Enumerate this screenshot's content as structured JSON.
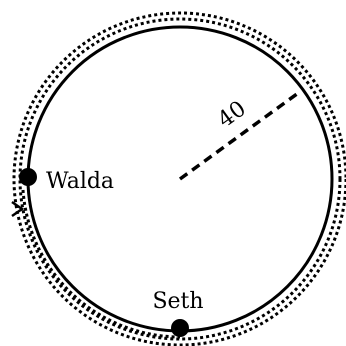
{
  "diagram": {
    "radius_label": "40",
    "points": [
      {
        "name": "Walda"
      },
      {
        "name": "Seth"
      }
    ],
    "colors": {
      "stroke": "#000000",
      "background": "#ffffff"
    }
  }
}
